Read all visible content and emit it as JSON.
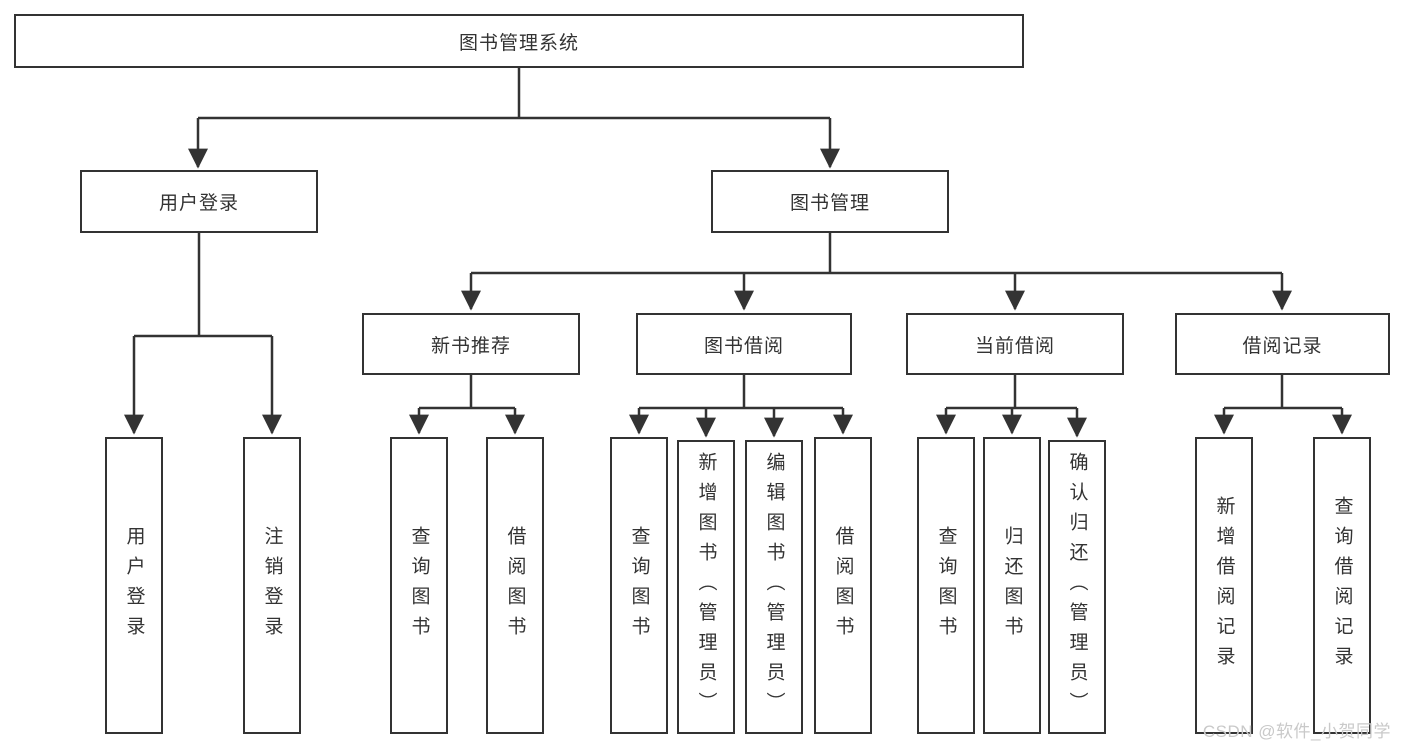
{
  "diagram": {
    "type": "hierarchy-tree",
    "watermark": "CSDN @软件_小贺同学",
    "colors": {
      "line": "#333333",
      "box_border": "#333333",
      "text": "#333333",
      "background": "#ffffff",
      "watermark": "#c9c9c9"
    },
    "nodes": {
      "root": "图书管理系统",
      "level1": [
        "用户登录",
        "图书管理"
      ],
      "level2": [
        "新书推荐",
        "图书借阅",
        "当前借阅",
        "借阅记录"
      ],
      "user_login_children": [
        "用户登录",
        "注销登录"
      ],
      "new_book_children": [
        "查询图书",
        "借阅图书"
      ],
      "book_borrow_children": [
        "查询图书",
        "新增图书（管理员）",
        "编辑图书（管理员）",
        "借阅图书"
      ],
      "current_borrow_children": [
        "查询图书",
        "归还图书",
        "确认归还（管理员）"
      ],
      "borrow_record_children": [
        "新增借阅记录",
        "查询借阅记录"
      ]
    }
  }
}
